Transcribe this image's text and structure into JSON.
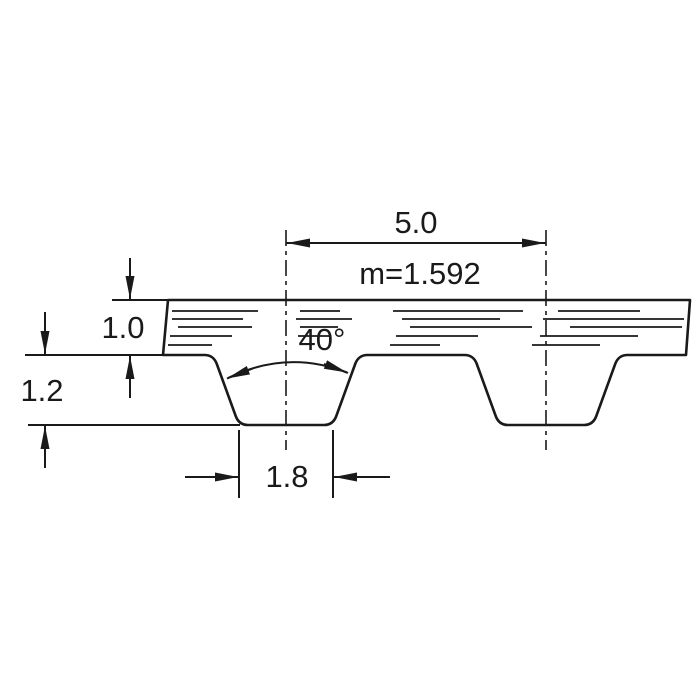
{
  "colors": {
    "line": "#1a1a1a",
    "background": "#ffffff"
  },
  "dimensions": {
    "pitch": "5.0",
    "module": "m=1.592",
    "tooth_angle": "40°",
    "belt_thickness": "1.0",
    "tooth_height": "1.2",
    "tooth_tip_width": "1.8"
  }
}
